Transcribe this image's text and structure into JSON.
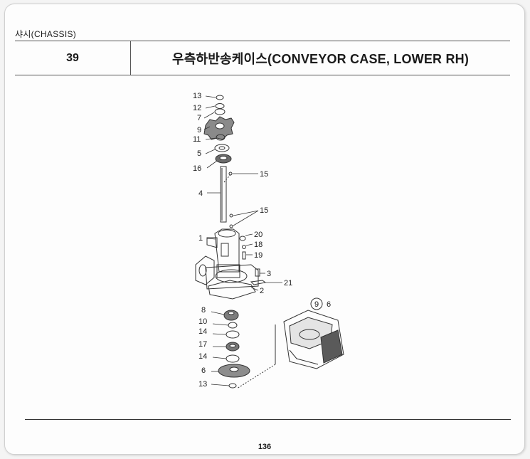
{
  "header": {
    "section": "샤시(CHASSIS)",
    "number": "39",
    "title": "우측하반송케이스(CONVEYOR CASE, LOWER RH)"
  },
  "diagram": {
    "callouts": {
      "c13a": "13",
      "c12": "12",
      "c7": "7",
      "c9": "9",
      "c11": "11",
      "c5": "5",
      "c16": "16",
      "c15a": "15",
      "c4": "4",
      "c15b": "15",
      "c1": "1",
      "c20": "20",
      "c18": "18",
      "c19": "19",
      "c3": "3",
      "c21": "21",
      "c2": "2",
      "c8": "8",
      "c10": "10",
      "c14a": "14",
      "c17": "17",
      "c14b": "14",
      "c6": "6",
      "c13b": "13",
      "c9circle": "9",
      "c6b": "6"
    }
  },
  "footer": {
    "page": "136"
  }
}
